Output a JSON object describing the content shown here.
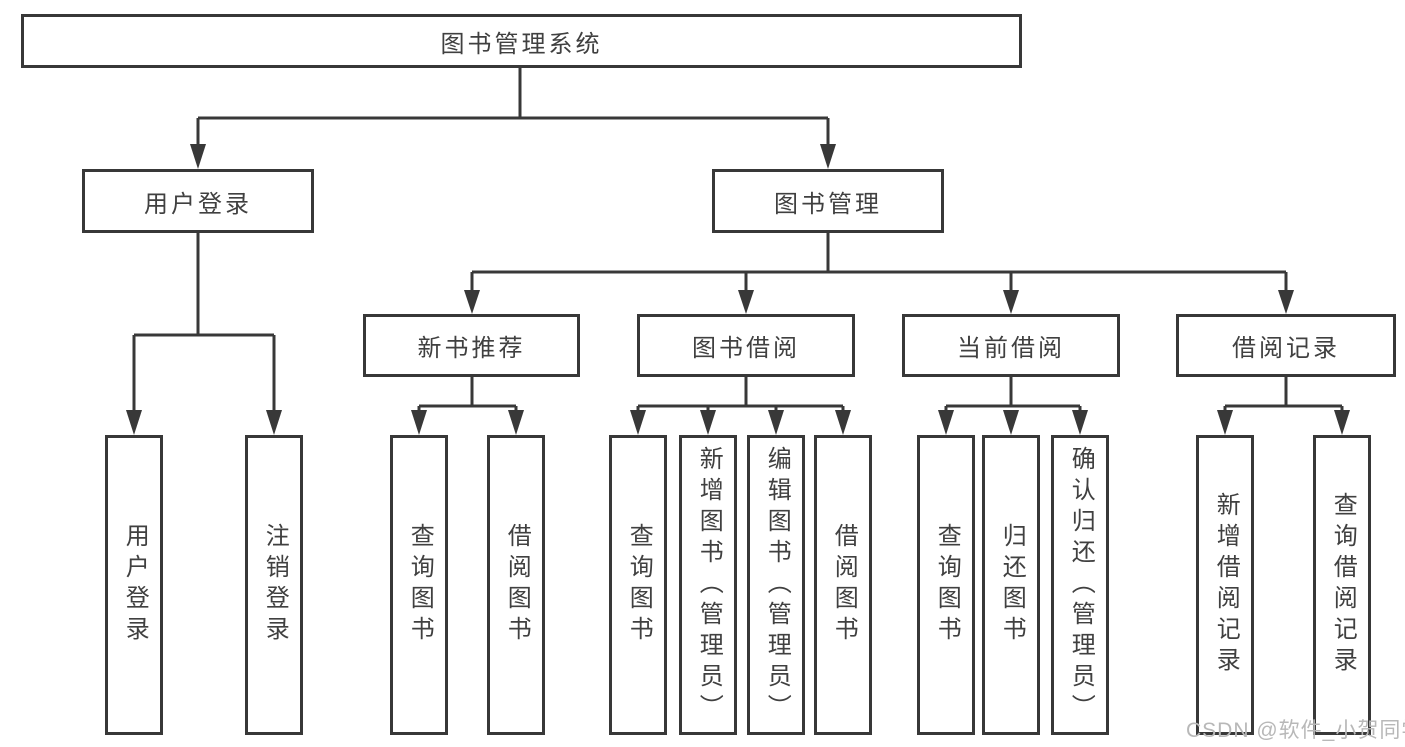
{
  "tree": {
    "root": "图书管理系统",
    "branches": [
      {
        "label": "用户登录",
        "children": [
          "用户登录",
          "注销登录"
        ]
      },
      {
        "label": "图书管理",
        "groups": [
          {
            "label": "新书推荐",
            "children": [
              "查询图书",
              "借阅图书"
            ]
          },
          {
            "label": "图书借阅",
            "children": [
              "查询图书",
              "新增图书（管理员）",
              "编辑图书（管理员）",
              "借阅图书"
            ]
          },
          {
            "label": "当前借阅",
            "children": [
              "查询图书",
              "归还图书",
              "确认归还（管理员）"
            ]
          },
          {
            "label": "借阅记录",
            "children": [
              "新增借阅记录",
              "查询借阅记录"
            ]
          }
        ]
      }
    ]
  },
  "watermark": "CSDN @软件_小贺同学",
  "colors": {
    "line": "#383838",
    "text": "#404040",
    "watermark": "#b8b8b8",
    "background": "#ffffff"
  }
}
